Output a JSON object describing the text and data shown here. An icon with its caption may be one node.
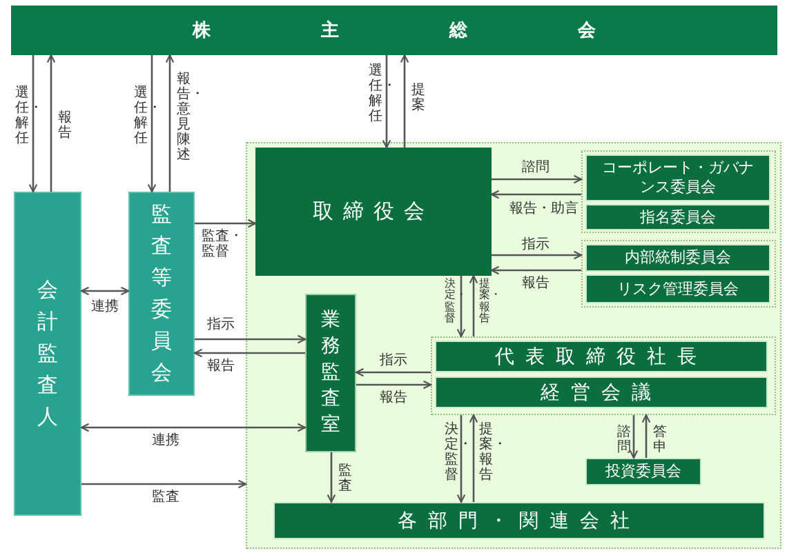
{
  "diagram": {
    "nodes": [
      {
        "text": [
          "株主総会"
        ]
      },
      {
        "text": [],
        "shape": "box"
      },
      {
        "text": [
          "会計監査人"
        ]
      },
      {
        "text": [
          "監査等委員会"
        ]
      },
      {
        "text": [
          "取締役会"
        ],
        "in": 1
      },
      {
        "text": [],
        "shape": "box",
        "in": 1
      },
      {
        "text": [
          "コーポレート・ガバナンス委員会"
        ],
        "in": 5
      },
      {
        "text": [
          "指名委員会"
        ],
        "in": 5
      },
      {
        "text": [],
        "shape": "box",
        "in": 1
      },
      {
        "text": [
          "内部統制委員会"
        ],
        "in": 8
      },
      {
        "text": [
          "リスク管理委員会"
        ],
        "in": 8
      },
      {
        "text": [
          "業務監査室"
        ],
        "in": 1
      },
      {
        "text": [],
        "shape": "box",
        "in": 1
      },
      {
        "text": [
          "代表取締役社長"
        ],
        "in": 12
      },
      {
        "text": [
          "経営会議"
        ],
        "in": 12
      },
      {
        "text": [
          "投資委員会"
        ],
        "in": 1
      },
      {
        "text": [
          "各部門・関連会社"
        ],
        "in": 1
      }
    ],
    "edges": [
      {
        "from": 0,
        "to": 2,
        "arrow": "to",
        "label": "選任・解任"
      },
      {
        "from": 2,
        "to": 0,
        "arrow": "to",
        "label": "報告"
      },
      {
        "from": 0,
        "to": 3,
        "arrow": "to",
        "label": "選任・解任"
      },
      {
        "from": 3,
        "to": 0,
        "arrow": "to",
        "label": "報告・意見陳述"
      },
      {
        "from": 0,
        "to": 4,
        "arrow": "to",
        "label": "選任・解任"
      },
      {
        "from": 4,
        "to": 0,
        "arrow": "to",
        "label": "提案"
      },
      {
        "from": 3,
        "to": 4,
        "arrow": "to",
        "label": "監査・監督"
      },
      {
        "from": 2,
        "to": 3,
        "arrow": "both",
        "label": "連携"
      },
      {
        "from": 4,
        "to": 5,
        "arrow": "to",
        "label": "諮問"
      },
      {
        "from": 5,
        "to": 4,
        "arrow": "to",
        "label": "報告・助言"
      },
      {
        "from": 4,
        "to": 8,
        "arrow": "to",
        "label": "指示"
      },
      {
        "from": 8,
        "to": 4,
        "arrow": "to",
        "label": "報告"
      },
      {
        "from": 4,
        "to": 12,
        "arrow": "to",
        "label": "決定・監督"
      },
      {
        "from": 12,
        "to": 4,
        "arrow": "to",
        "label": "提案・報告"
      },
      {
        "from": 3,
        "to": 11,
        "arrow": "to",
        "label": "指示"
      },
      {
        "from": 11,
        "to": 3,
        "arrow": "to",
        "label": "報告"
      },
      {
        "from": 12,
        "to": 11,
        "arrow": "to",
        "label": "指示"
      },
      {
        "from": 11,
        "to": 12,
        "arrow": "to",
        "label": "報告"
      },
      {
        "from": 2,
        "to": 11,
        "arrow": "both",
        "label": "連携"
      },
      {
        "from": 2,
        "to": 1,
        "arrow": "to",
        "label": "監査"
      },
      {
        "from": 11,
        "to": 16,
        "arrow": "to",
        "label": "監査"
      },
      {
        "from": 12,
        "to": 16,
        "arrow": "to",
        "label": "決定・監督"
      },
      {
        "from": 16,
        "to": 12,
        "arrow": "to",
        "label": "提案・報告"
      },
      {
        "from": 12,
        "to": 15,
        "arrow": "to",
        "label": "諮問"
      },
      {
        "from": 15,
        "to": 12,
        "arrow": "to",
        "label": "答申"
      }
    ]
  }
}
